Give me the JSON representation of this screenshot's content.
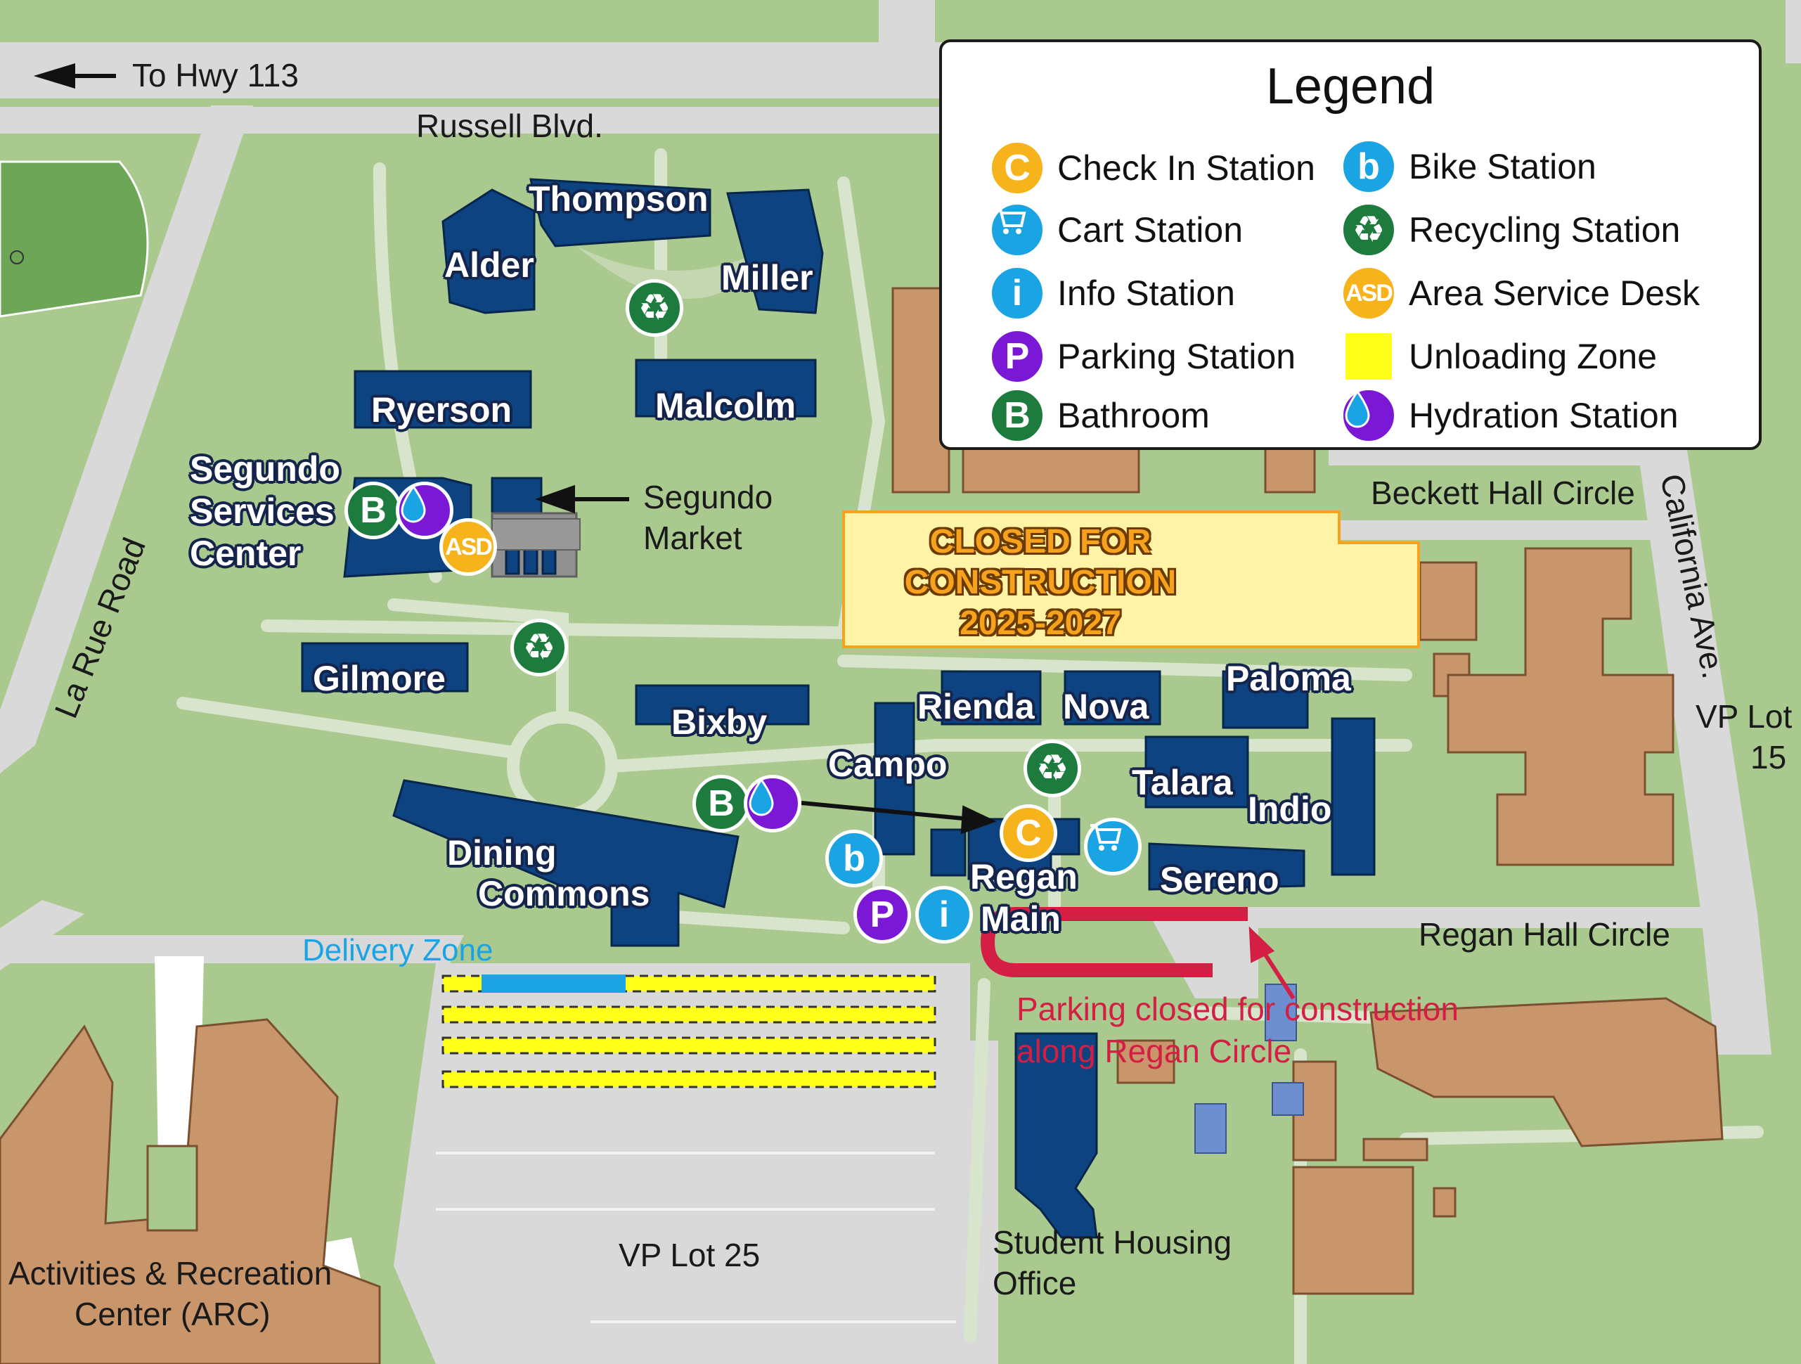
{
  "legend": {
    "title": "Legend",
    "items": [
      {
        "label": "Check In Station",
        "icon": "check-in-icon",
        "glyph": "C"
      },
      {
        "label": "Cart Station",
        "icon": "cart-icon",
        "glyph": ""
      },
      {
        "label": "Info Station",
        "icon": "info-icon",
        "glyph": "i"
      },
      {
        "label": "Parking Station",
        "icon": "parking-icon",
        "glyph": "P"
      },
      {
        "label": "Bathroom",
        "icon": "bathroom-icon",
        "glyph": "B"
      },
      {
        "label": "Bike Station",
        "icon": "bike-icon",
        "glyph": "b"
      },
      {
        "label": "Recycling Station",
        "icon": "recycling-icon",
        "glyph": "♻"
      },
      {
        "label": "Area Service Desk",
        "icon": "asd-icon",
        "glyph": "ASD"
      },
      {
        "label": "Unloading Zone",
        "icon": "unloading-zone-swatch",
        "glyph": ""
      },
      {
        "label": "Hydration Station",
        "icon": "hydration-icon",
        "glyph": ""
      }
    ]
  },
  "roads": {
    "hwy": "To Hwy 113",
    "russell": "Russell Blvd.",
    "larue": "La Rue Road",
    "california": "California Ave.",
    "beckett": "Beckett Hall Circle",
    "regan_circle": "Regan Hall Circle"
  },
  "lots": {
    "vp15_line1": "VP Lot",
    "vp15_line2": "15",
    "vp25": "VP Lot 25"
  },
  "buildings": {
    "thompson": "Thompson",
    "alder": "Alder",
    "miller": "Miller",
    "ryerson": "Ryerson",
    "malcolm": "Malcolm",
    "segundo_l1": "Segundo",
    "segundo_l2": "Services",
    "segundo_l3": "Center",
    "gilmore": "Gilmore",
    "bixby": "Bixby",
    "rienda": "Rienda",
    "nova": "Nova",
    "paloma": "Paloma",
    "campo": "Campo",
    "talara": "Talara",
    "indio": "Indio",
    "dining_l1": "Dining",
    "dining_l2": "Commons",
    "regan_l1": "Regan",
    "regan_l2": "Main",
    "sereno": "Sereno"
  },
  "places": {
    "segundo_market_l1": "Segundo",
    "segundo_market_l2": "Market",
    "student_housing_l1": "Student Housing",
    "student_housing_l2": "Office",
    "arc_l1": "Activities & Recreation",
    "arc_l2": "Center (ARC)",
    "delivery_zone": "Delivery Zone"
  },
  "notices": {
    "closed_l1": "CLOSED FOR",
    "closed_l2": "CONSTRUCTION",
    "closed_l3": "2025-2027",
    "parking_l1": "Parking closed for construction",
    "parking_l2": "along Regan Circle"
  },
  "colors": {
    "grass": "#a9c98f",
    "path": "#d8e4cc",
    "road": "#d9d9d9",
    "building": "#0e4382",
    "brown_building": "#c9956a",
    "closed_zone": "#fff3a8",
    "red_route": "#d41f44",
    "unloading": "#ffff19",
    "delivery": "#1aa4e3"
  }
}
